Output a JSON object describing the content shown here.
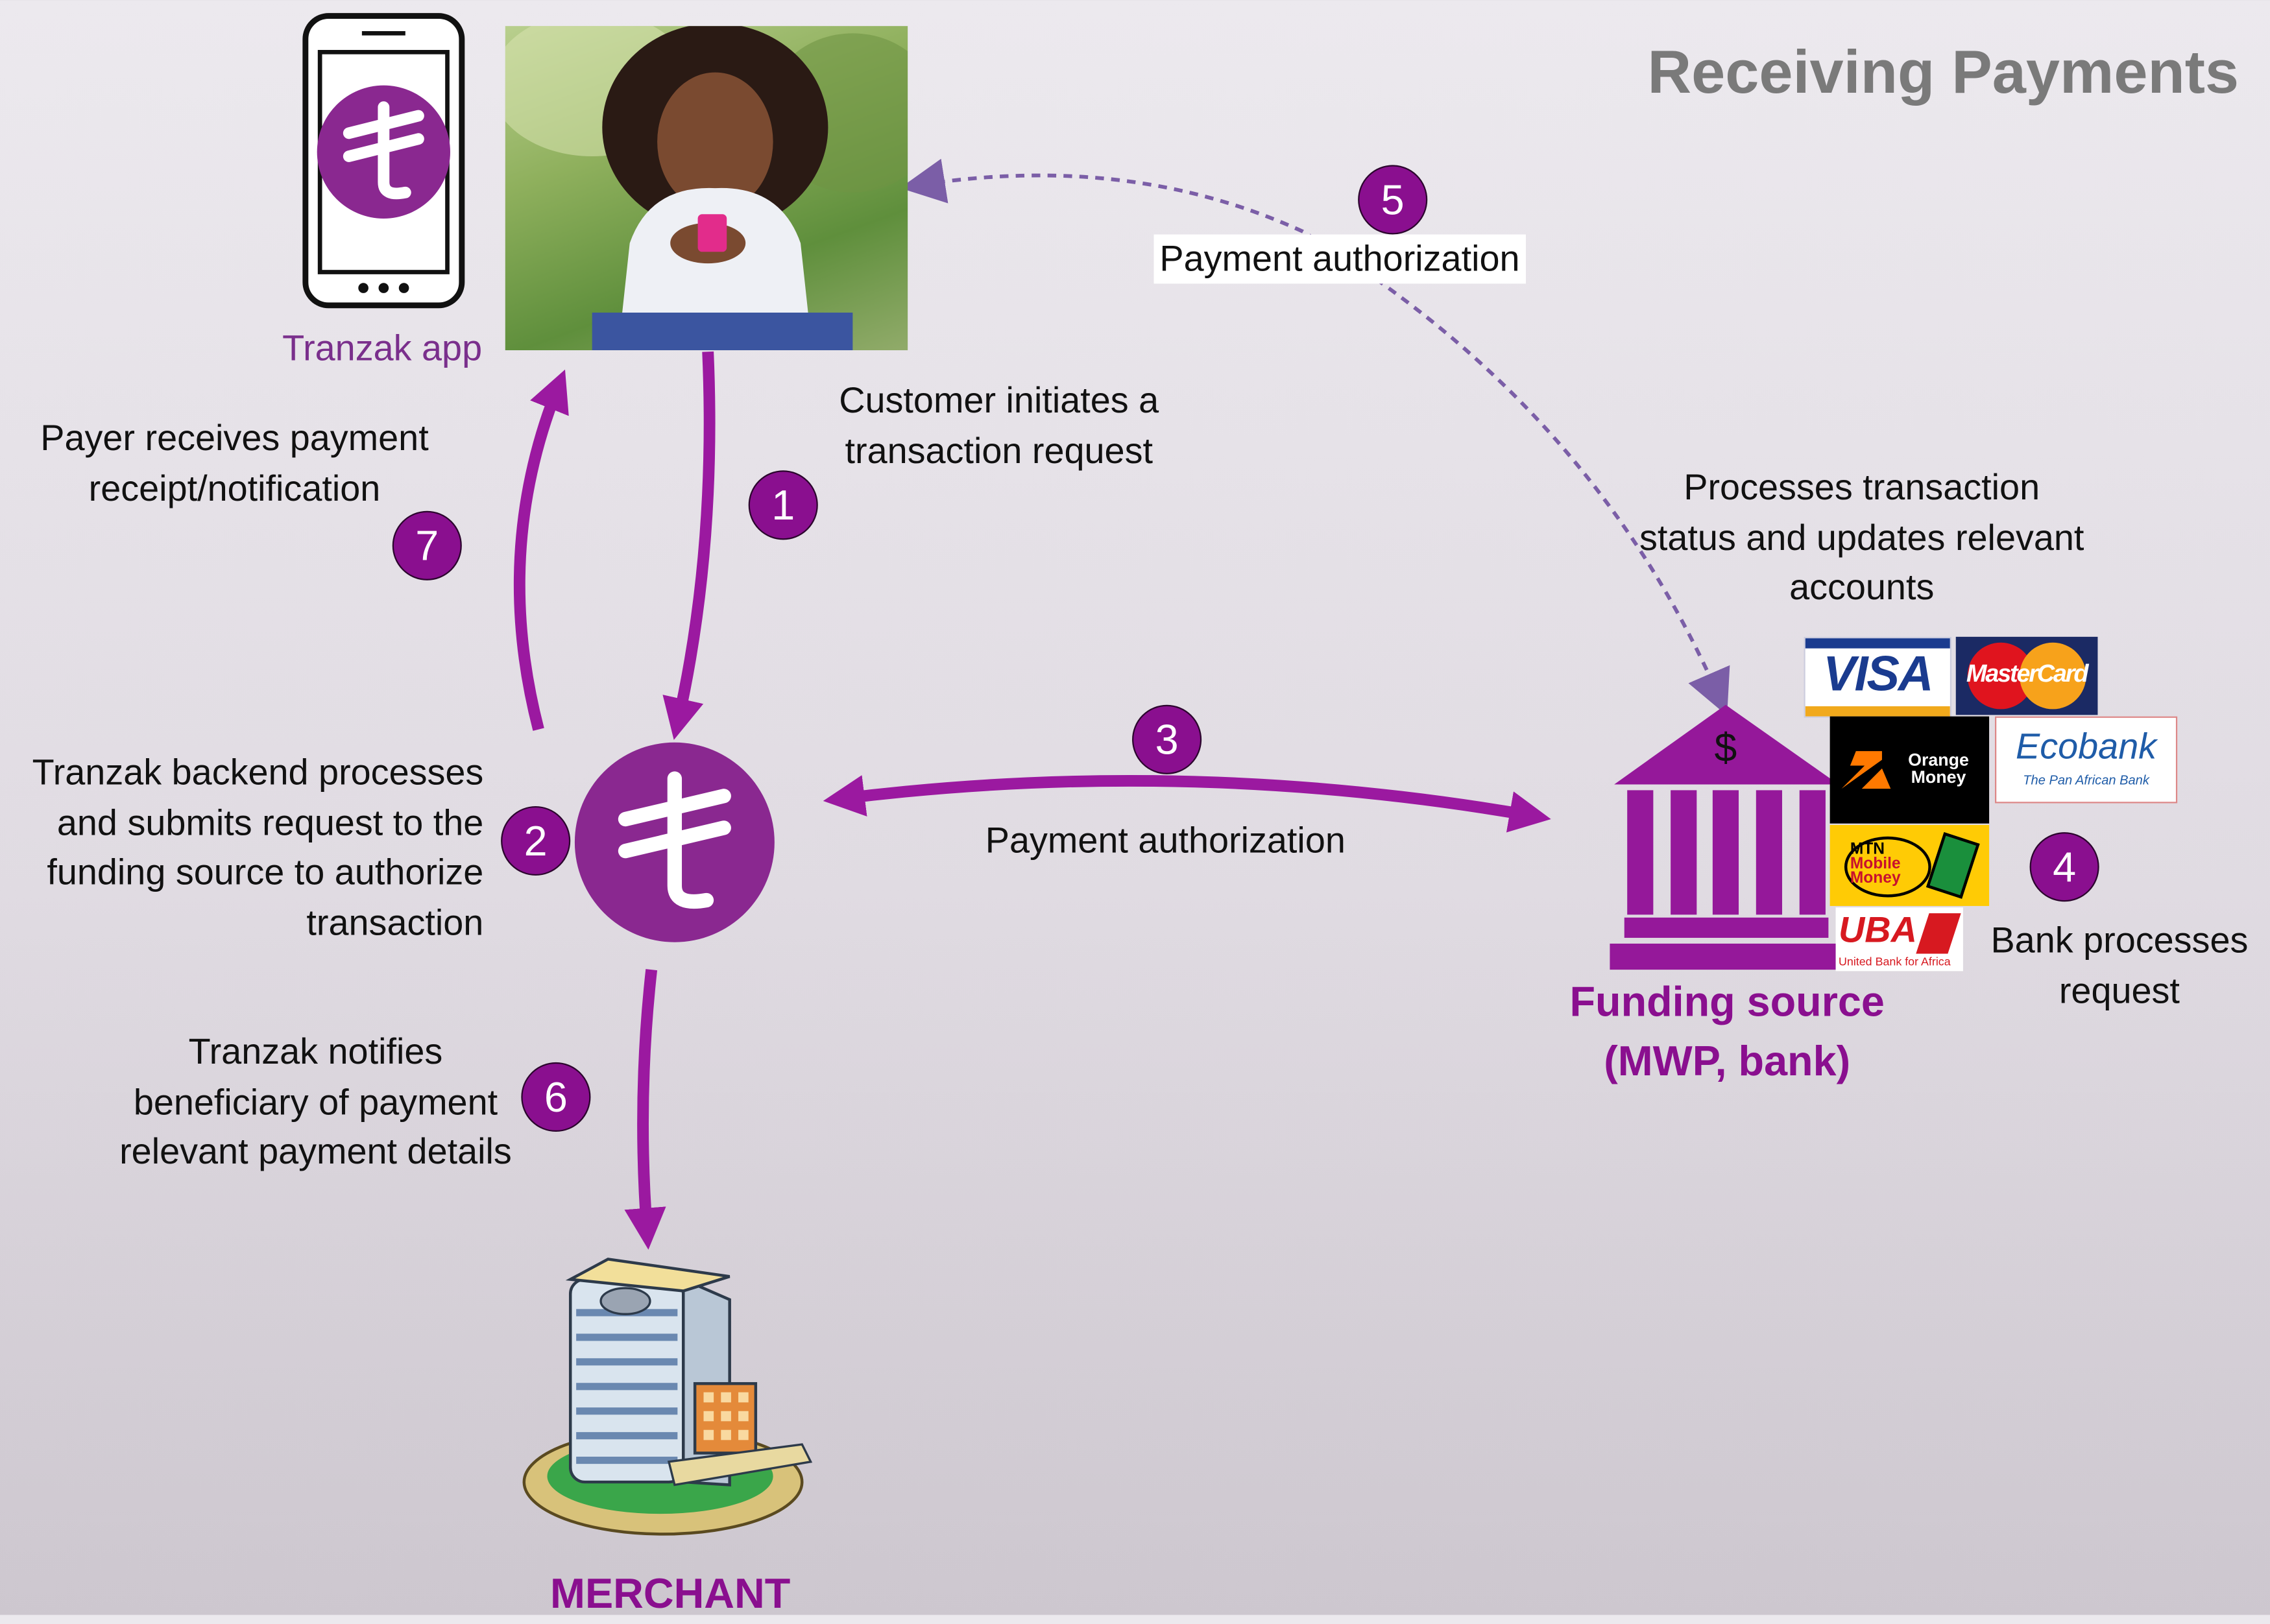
{
  "title": "Receiving Payments",
  "app_label": "Tranzak app",
  "steps": {
    "s1": {
      "number": "1",
      "lines": [
        "Customer initiates a",
        "transaction request"
      ]
    },
    "s2": {
      "number": "2",
      "lines": [
        "Tranzak backend processes",
        "and submits request  to the",
        "funding source to authorize",
        "transaction"
      ]
    },
    "s3": {
      "number": "3",
      "label": "Payment authorization"
    },
    "s4": {
      "number": "4",
      "lines": [
        "Bank processes",
        "request"
      ]
    },
    "s5": {
      "number": "5",
      "label": "Payment authorization"
    },
    "s6": {
      "number": "6",
      "lines": [
        "Tranzak notifies",
        "beneficiary  of payment",
        "relevant payment details"
      ]
    },
    "s7": {
      "number": "7",
      "lines": [
        "Payer receives payment",
        "receipt/notification"
      ]
    }
  },
  "processes_note": [
    "Processes transaction",
    "status and updates relevant",
    "accounts"
  ],
  "funding_source": {
    "lines": [
      "Funding source",
      "(MWP, bank)"
    ],
    "bank_symbol": "$"
  },
  "merchant_label": "MERCHANT",
  "logos": {
    "visa": "VISA",
    "mastercard": "MasterCard",
    "ecobank": "Ecobank",
    "ecobank_tagline": "The Pan African Bank",
    "orange": [
      "Orange",
      "Money"
    ],
    "mtn": [
      "MTN",
      "Mobile",
      "Money"
    ],
    "uba": "UBA",
    "uba_tagline": "United Bank for Africa"
  },
  "colors": {
    "brand_purple": "#8a0f8f",
    "arrow_purple": "#9b19a0",
    "dashed_arrow": "#7b5ea7",
    "title_grey": "#7a7a7a"
  },
  "icons": [
    "smartphone-icon",
    "tranzak-logo-icon",
    "bank-icon",
    "merchant-building-icon",
    "customer-photo"
  ]
}
